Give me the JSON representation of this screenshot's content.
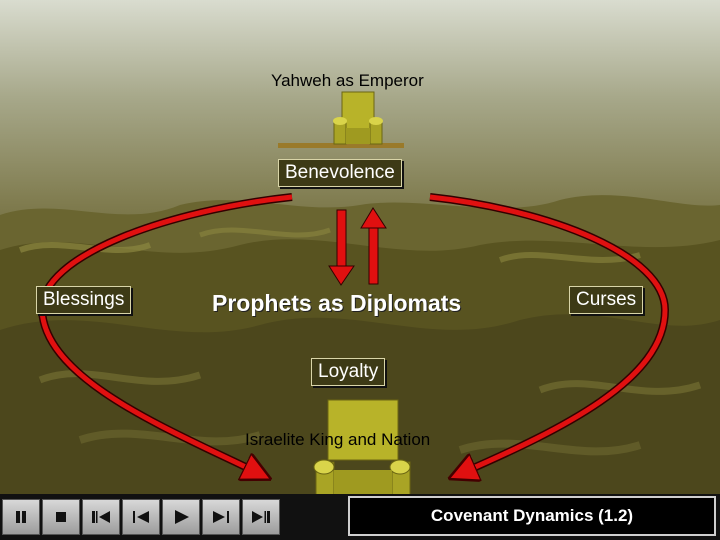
{
  "diagram": {
    "emperor_label": "Yahweh as Emperor",
    "benevolence": "Benevolence",
    "blessings": "Blessings",
    "prophets": "Prophets as Diplomats",
    "curses": "Curses",
    "loyalty": "Loyalty",
    "king_label": "Israelite King and Nation"
  },
  "player": {
    "title": "Covenant Dynamics (1.2)",
    "controls": [
      {
        "name": "pause",
        "icon": "pause-icon"
      },
      {
        "name": "stop",
        "icon": "stop-icon"
      },
      {
        "name": "first",
        "icon": "first-icon"
      },
      {
        "name": "previous",
        "icon": "previous-icon"
      },
      {
        "name": "play",
        "icon": "play-icon"
      },
      {
        "name": "next",
        "icon": "next-icon"
      },
      {
        "name": "last",
        "icon": "last-icon"
      }
    ]
  },
  "colors": {
    "arrow": "#e01010",
    "box_bg": "#3d3a16",
    "throne": "#b8b329"
  }
}
